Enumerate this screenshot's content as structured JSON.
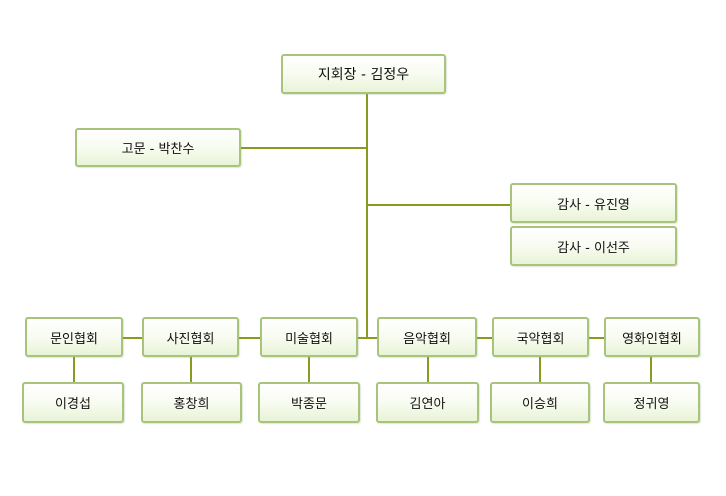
{
  "chairman": "지회장 - 김정우",
  "advisor": "고문 - 박찬수",
  "auditors": [
    "감사 - 유진영",
    "감사 - 이선주"
  ],
  "associations": [
    {
      "name": "문인협회",
      "head": "이경섭"
    },
    {
      "name": "사진협회",
      "head": "홍창희"
    },
    {
      "name": "미술협회",
      "head": "박종문"
    },
    {
      "name": "음악협회",
      "head": "김연아"
    },
    {
      "name": "국악협회",
      "head": "이승희"
    },
    {
      "name": "영화인협회",
      "head": "정귀영"
    }
  ],
  "colors": {
    "connector": "#8a9a1e",
    "node_border": "#a8c47c"
  }
}
